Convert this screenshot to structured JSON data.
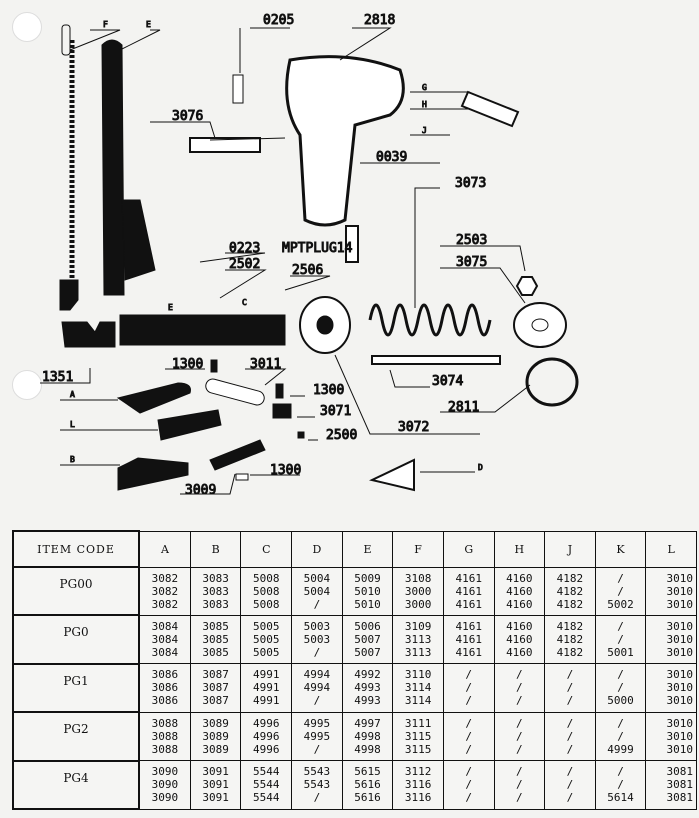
{
  "diagram": {
    "part_labels": [
      "0205",
      "2818",
      "3076",
      "0039",
      "3073",
      "MPTPLUG14",
      "0223",
      "2502",
      "2506",
      "2503",
      "3075",
      "1300",
      "3011",
      "1351",
      "1300",
      "3071",
      "3074",
      "2811",
      "2500",
      "3072",
      "1300",
      "3009"
    ],
    "letter_labels": [
      "F",
      "E",
      "G",
      "H",
      "J",
      "E",
      "C",
      "A",
      "L",
      "B",
      "D"
    ]
  },
  "table": {
    "header": [
      "ITEM CODE",
      "A",
      "B",
      "C",
      "D",
      "E",
      "F",
      "G",
      "H",
      "J",
      "K",
      "L"
    ],
    "rows": [
      {
        "code": "PG00",
        "cells": [
          "3082\n3082\n3082",
          "3083\n3083\n3083",
          "5008\n5008\n5008",
          "5004\n5004\n/",
          "5009\n5010\n5010",
          "3108\n3000\n3000",
          "4161\n4161\n4161",
          "4160\n4160\n4160",
          "4182\n4182\n4182",
          "/\n/\n5002",
          "3010\n3010\n3010"
        ]
      },
      {
        "code": "PG0",
        "cells": [
          "3084\n3084\n3084",
          "3085\n3085\n3085",
          "5005\n5005\n5005",
          "5003\n5003\n/",
          "5006\n5007\n5007",
          "3109\n3113\n3113",
          "4161\n4161\n4161",
          "4160\n4160\n4160",
          "4182\n4182\n4182",
          "/\n/\n5001",
          "3010\n3010\n3010"
        ]
      },
      {
        "code": "PG1",
        "cells": [
          "3086\n3086\n3086",
          "3087\n3087\n3087",
          "4991\n4991\n4991",
          "4994\n4994\n/",
          "4992\n4993\n4993",
          "3110\n3114\n3114",
          "/\n/\n/",
          "/\n/\n/",
          "/\n/\n/",
          "/\n/\n5000",
          "3010\n3010\n3010"
        ]
      },
      {
        "code": "PG2",
        "cells": [
          "3088\n3088\n3088",
          "3089\n3089\n3089",
          "4996\n4996\n4996",
          "4995\n4995\n/",
          "4997\n4998\n4998",
          "3111\n3115\n3115",
          "/\n/\n/",
          "/\n/\n/",
          "/\n/\n/",
          "/\n/\n4999",
          "3010\n3010\n3010"
        ]
      },
      {
        "code": "PG4",
        "cells": [
          "3090\n3090\n3090",
          "3091\n3091\n3091",
          "5544\n5544\n5544",
          "5543\n5543\n/",
          "5615\n5616\n5616",
          "3112\n3116\n3116",
          "/\n/\n/",
          "/\n/\n/",
          "/\n/\n/",
          "/\n/\n5614",
          "3081\n3081\n3081"
        ]
      }
    ]
  }
}
